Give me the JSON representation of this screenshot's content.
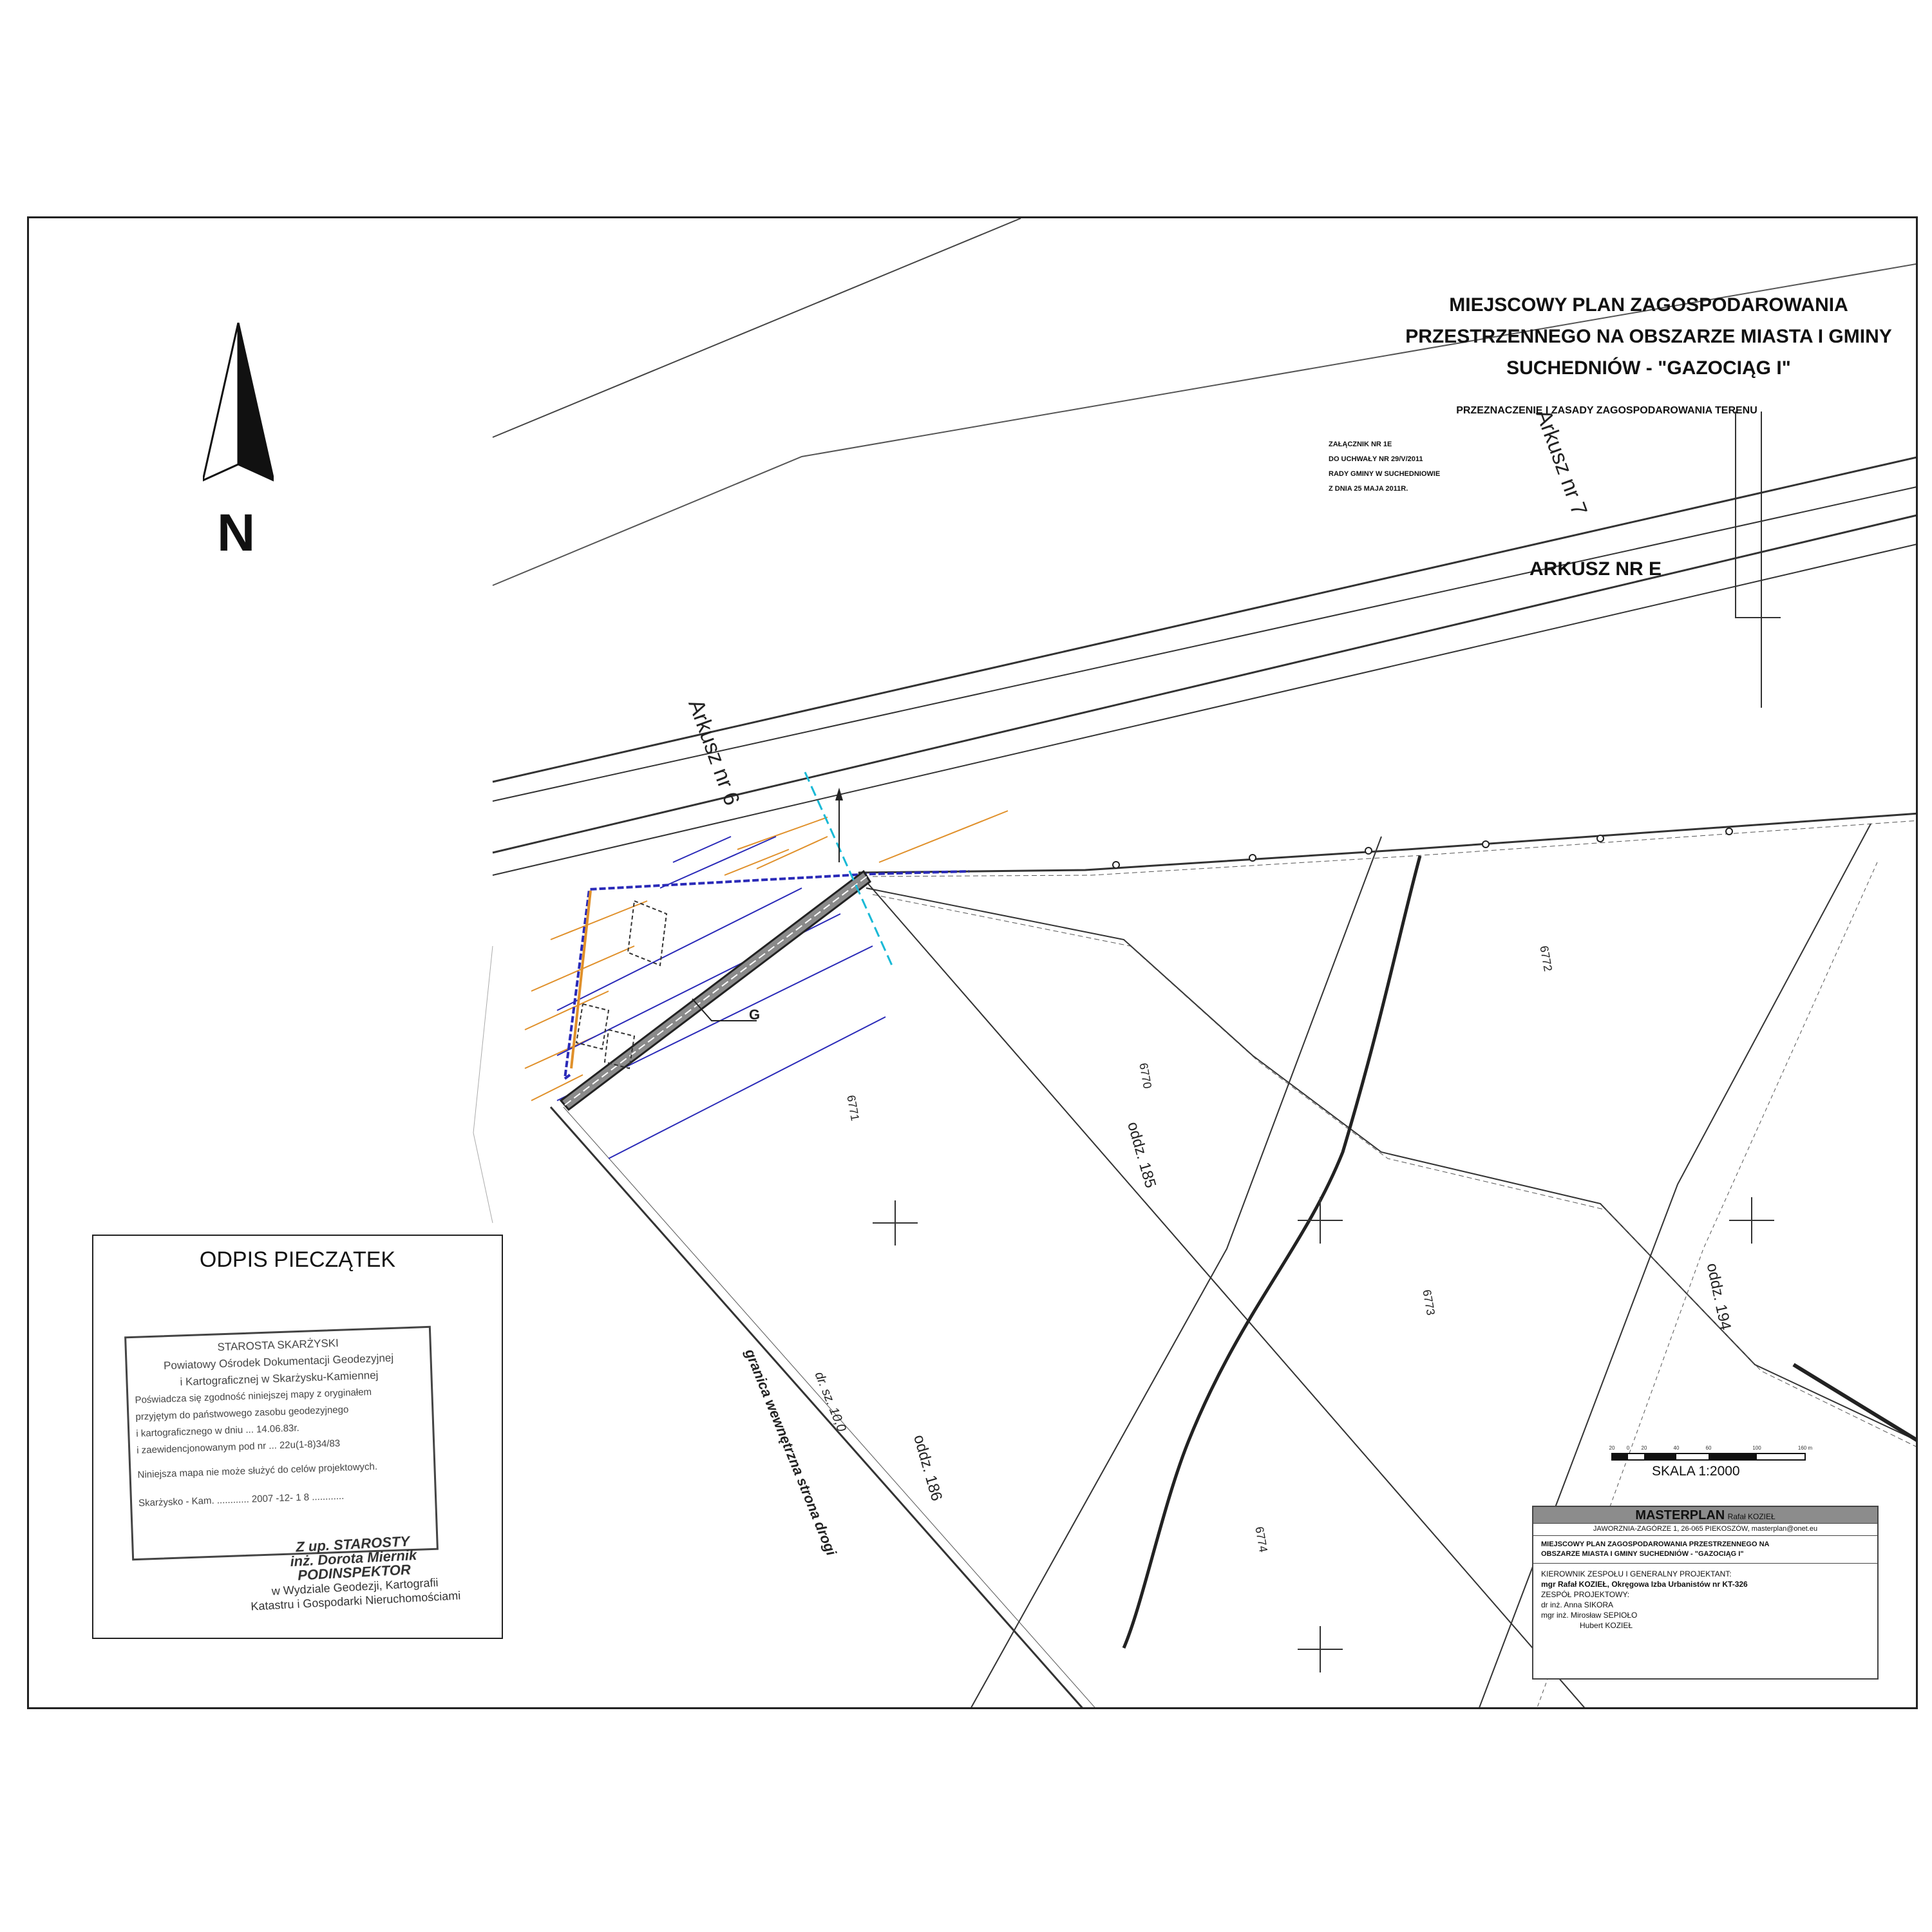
{
  "title": {
    "line1": "MIEJSCOWY PLAN ZAGOSPODAROWANIA",
    "line2": "PRZESTRZENNEGO NA OBSZARZE MIASTA I GMINY",
    "line3": "SUCHEDNIÓW - \"GAZOCIĄG I\""
  },
  "subtitle": "PRZEZNACZENIE I ZASADY ZAGOSPODAROWANIA TERENU",
  "resolution": {
    "line1": "ZAŁĄCZNIK NR 1E",
    "line2": "DO UCHWAŁY NR 29/V/2011",
    "line3": "RADY GMINY W SUCHEDNIOWIE",
    "line4": "Z DNIA 25 MAJA 2011R."
  },
  "sheet_label": "ARKUSZ NR E",
  "north_label": "N",
  "map_labels": {
    "arkusz6": "Arkusz nr 6",
    "arkusz7": "Arkusz nr 7",
    "zone_g": "G",
    "oddz185": "oddz. 185",
    "oddz186": "oddz. 186",
    "oddz194": "oddz. 194",
    "p6771": "6771",
    "p6770": "6770",
    "p6772": "6772",
    "p6773": "6773",
    "p6774": "6774",
    "road_text": "granica wewnętrzna strona drogi",
    "width_label": "dr. sz. 10,0"
  },
  "stamps": {
    "title": "ODPIS PIECZĄTEK",
    "line1": "STAROSTA SKARŻYSKI",
    "line2": "Powiatowy Ośrodek Dokumentacji Geodezyjnej",
    "line3": "i Kartograficznej w Skarżysku-Kamiennej",
    "line4": "Poświadcza się zgodność niniejszej mapy z oryginałem",
    "line5": "przyjętym do państwowego zasobu geodezyjnego",
    "line6": "i kartograficznego w dniu ... 14.06.83r.",
    "line7": "i zaewidencjonowanym pod nr ... 22u(1-8)34/83",
    "line8": "Niniejsza mapa nie może służyć do celów projektowych.",
    "line9": "Skarżysko - Kam. ............ 2007 -12- 1 8 ............",
    "line10": "Z up. STAROSTY",
    "line11": "inż. Dorota Miernik",
    "line12": "PODINSPEKTOR",
    "line13": "w Wydziale Geodezji, Kartografii",
    "line14": "Katastru i Gospodarki Nieruchomościami"
  },
  "scale": {
    "label": "SKALA 1:2000",
    "ticks": [
      "20",
      "0",
      "20",
      "40",
      "60",
      "100",
      "160 m"
    ]
  },
  "title_block": {
    "company": "MASTERPLAN",
    "company_owner": "Rafał KOZIEŁ",
    "address": "JAWORZNIA-ZAGÓRZE 1, 26-065 PIEKOSZÓW, masterplan@onet.eu",
    "plan_line1": "MIEJSCOWY PLAN ZAGOSPODAROWANIA PRZESTRZENNEGO NA",
    "plan_line2": "OBSZARZE MIASTA I GMINY SUCHEDNIÓW - \"GAZOCIĄG I\"",
    "lead_label": "KIEROWNIK ZESPOŁU I GENERALNY PROJEKTANT:",
    "lead_name": "mgr Rafał KOZIEŁ, Okręgowa Izba Urbanistów nr KT-326",
    "team_label": "ZESPÓŁ PROJEKTOWY:",
    "member1": "dr inż. Anna SIKORA",
    "member2": "mgr inż. Mirosław SEPIOŁO",
    "member3": "Hubert KOZIEŁ"
  },
  "colors": {
    "frame": "#222222",
    "map_line": "#333333",
    "blue_line": "#2a2ab8",
    "orange_line": "#e0902a",
    "cyan_line": "#19b9d6",
    "gas_band": "#8a8a8a",
    "title_block_header": "#8c8c8c"
  }
}
